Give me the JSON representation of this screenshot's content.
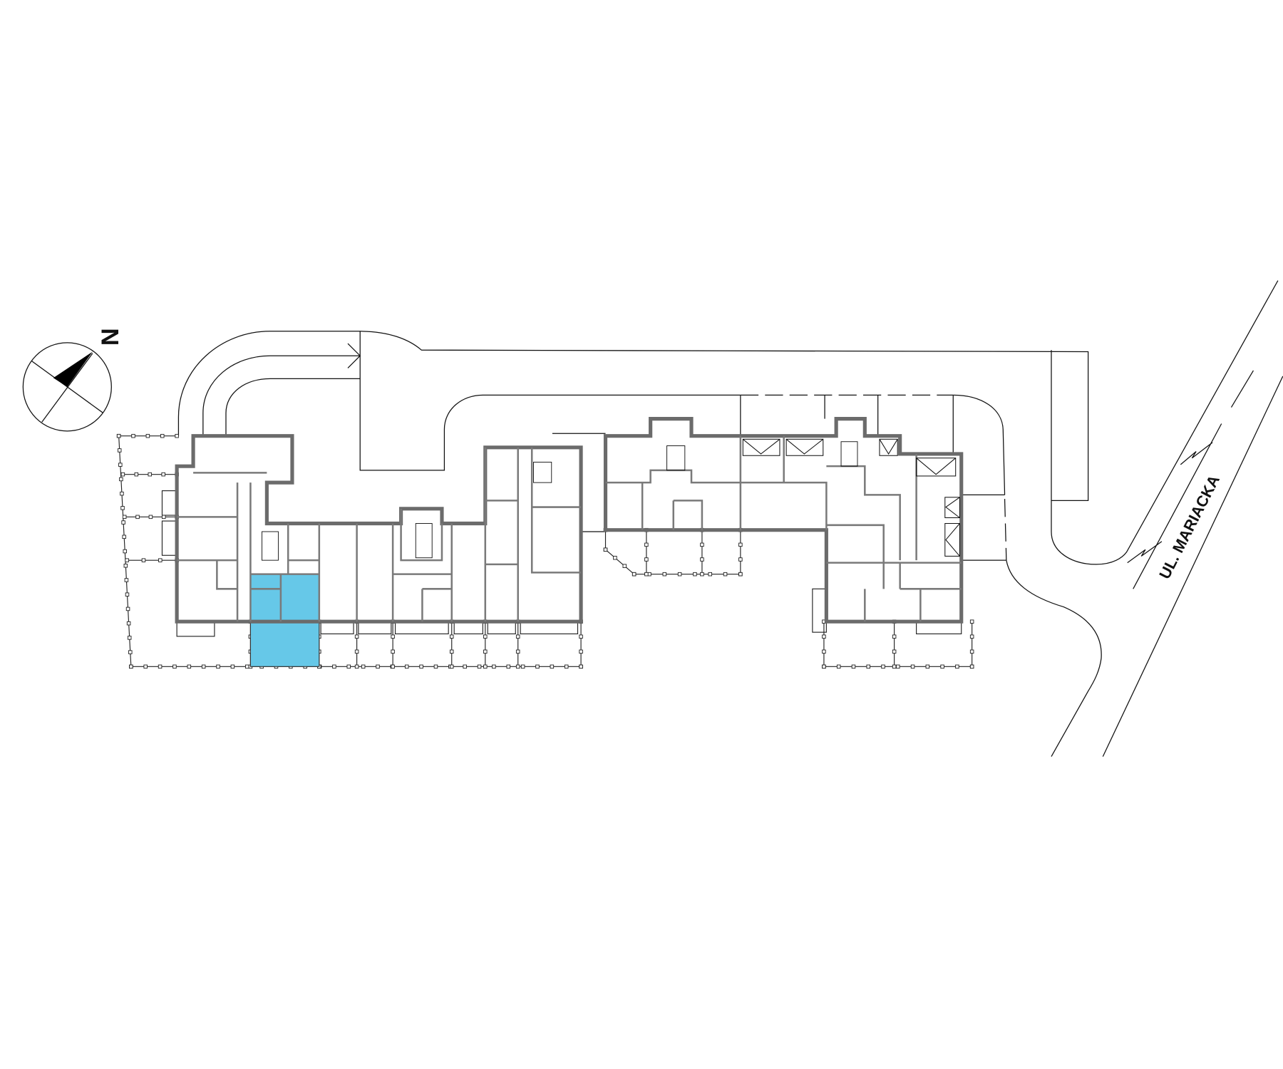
{
  "compass": {
    "label": "N",
    "icon": "north-arrow-icon"
  },
  "street": {
    "name": "UL. MARIACKA"
  },
  "highlight": {
    "unit_name": "selected-apartment",
    "color": "#66c8e8"
  },
  "colors": {
    "walls": "#6b6b6b",
    "lines": "#111111",
    "background": "#ffffff"
  }
}
